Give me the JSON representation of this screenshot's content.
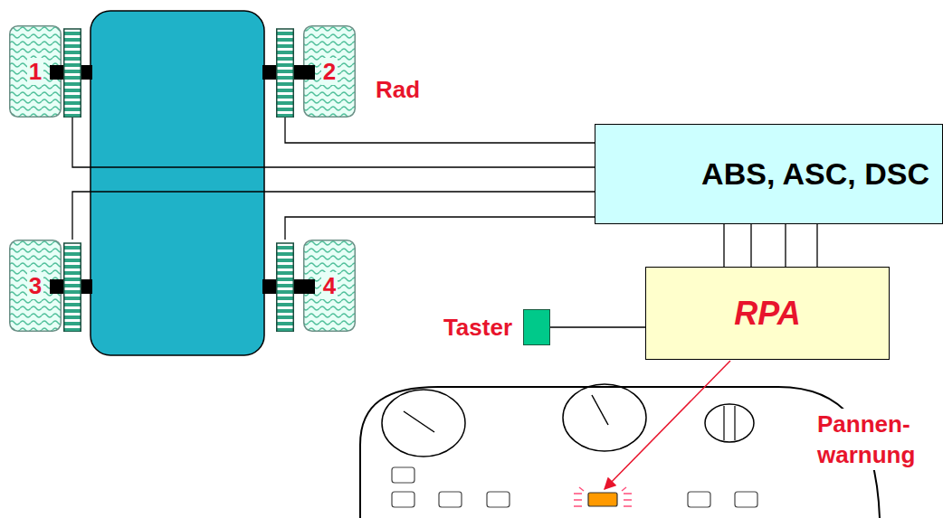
{
  "diagram": {
    "nodes": [
      {
        "text": [
          "1"
        ]
      },
      {
        "text": [
          "2"
        ]
      },
      {
        "text": [
          "ABS, ASC, DSC"
        ]
      },
      {
        "text": [
          "3"
        ]
      },
      {
        "text": [
          "4"
        ]
      },
      {
        "text": [
          "Taster"
        ]
      },
      {
        "text": [
          "RPA"
        ]
      }
    ],
    "edges": [
      {
        "from": 0,
        "to": 2,
        "arrow": "none"
      },
      {
        "from": 1,
        "to": 2,
        "arrow": "none"
      },
      {
        "from": 3,
        "to": 2,
        "arrow": "none"
      },
      {
        "from": 4,
        "to": 2,
        "arrow": "none"
      },
      {
        "from": 2,
        "to": 6,
        "arrow": "none"
      },
      {
        "from": 5,
        "to": 6,
        "arrow": "none"
      }
    ],
    "labels": [
      "Rad",
      "Pannen- warnung"
    ]
  }
}
